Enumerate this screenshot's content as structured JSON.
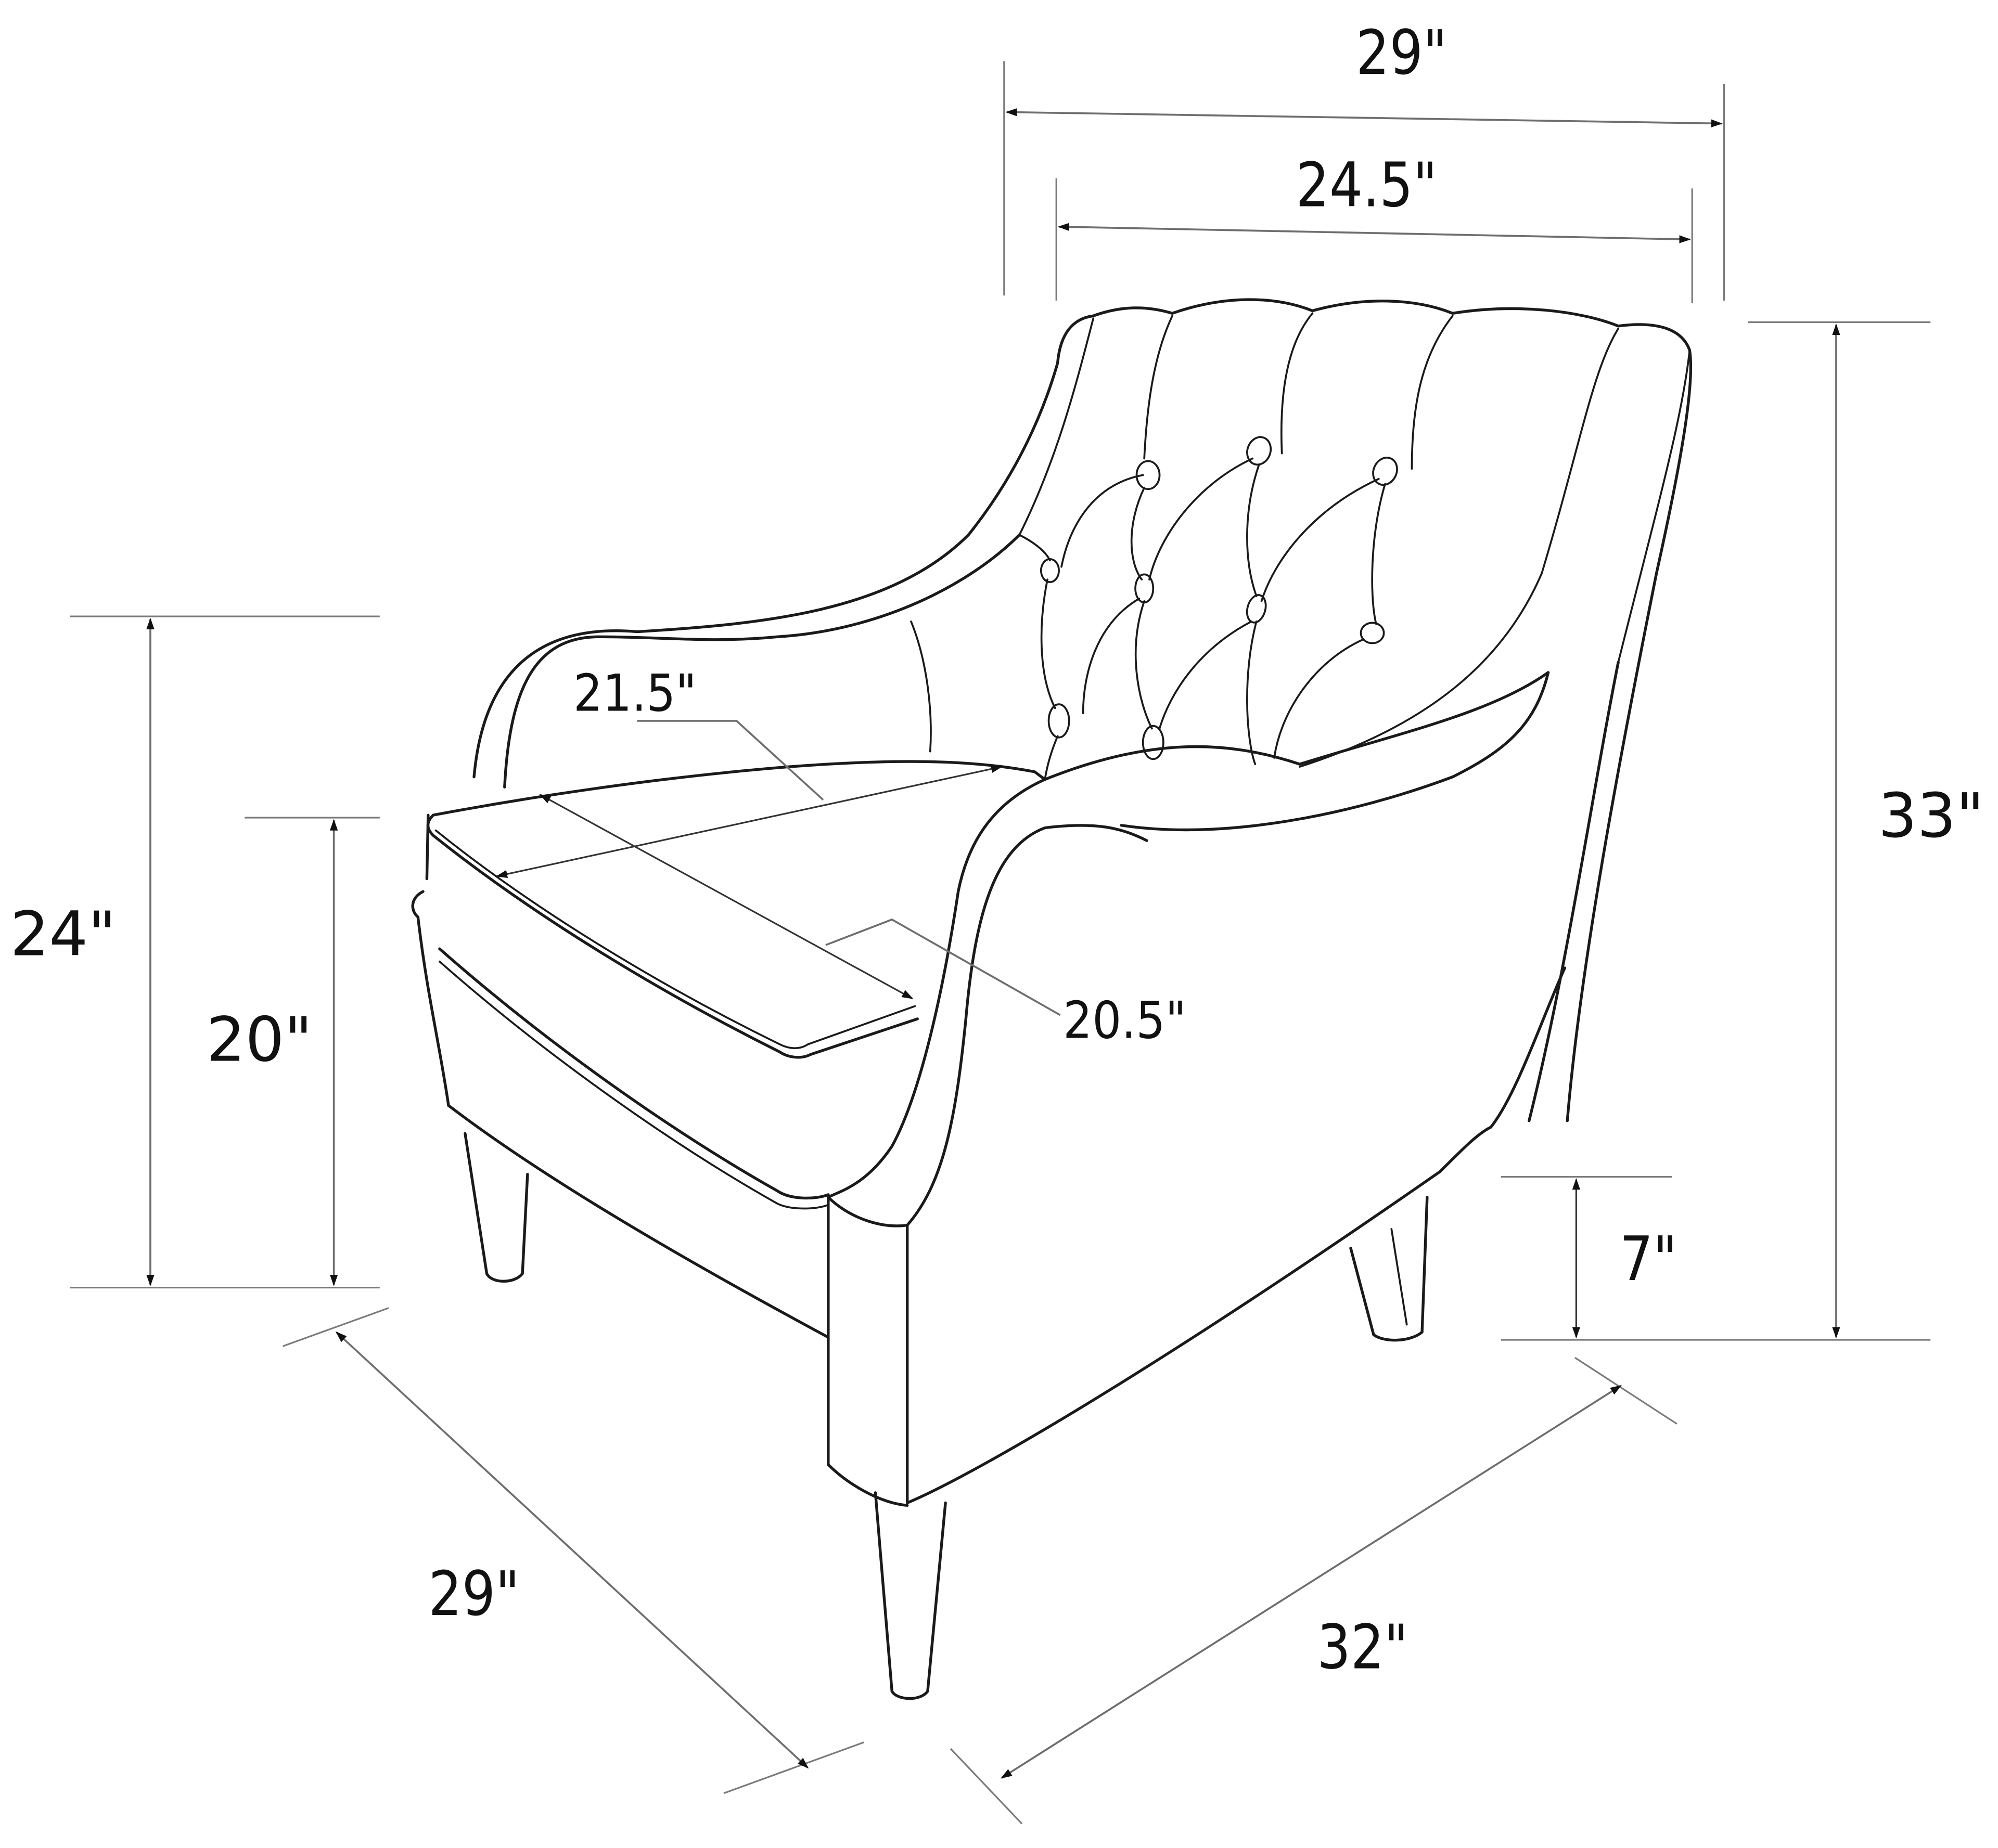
{
  "diagram": {
    "subject": "Tufted armchair dimension drawing",
    "colors": {
      "background": "#ffffff",
      "line": "#1a1a1a",
      "dimension_line": "#6e6e6e",
      "text": "#111111"
    },
    "dimensions": {
      "overall_width_top": {
        "label": "29\"",
        "description": "overall back width"
      },
      "inner_back_width": {
        "label": "24.5\"",
        "description": "inner back width"
      },
      "overall_height": {
        "label": "33\"",
        "description": "overall height"
      },
      "arm_height": {
        "label": "24\"",
        "description": "arm height"
      },
      "seat_height": {
        "label": "20\"",
        "description": "seat height"
      },
      "leg_height": {
        "label": "7\"",
        "description": "leg height / ground clearance"
      },
      "seat_width": {
        "label": "21.5\"",
        "description": "seat width"
      },
      "seat_depth": {
        "label": "20.5\"",
        "description": "seat depth"
      },
      "overall_depth": {
        "label": "29\"",
        "description": "overall depth"
      },
      "overall_width_base": {
        "label": "32\"",
        "description": "overall width"
      }
    }
  }
}
